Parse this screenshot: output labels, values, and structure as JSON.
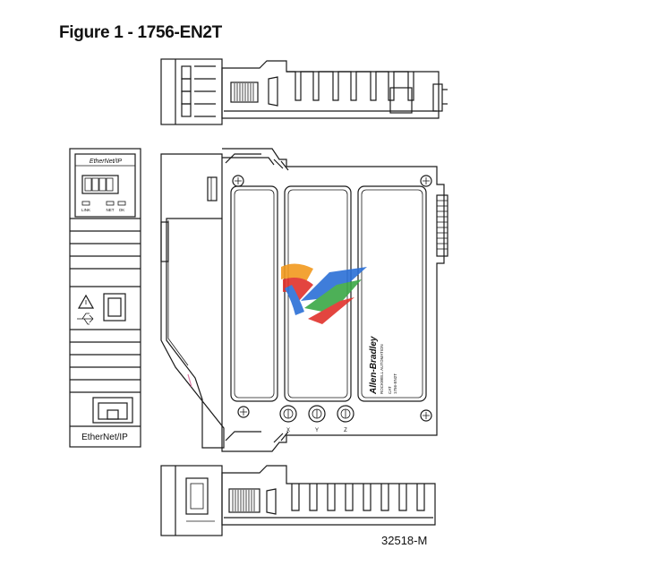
{
  "figure": {
    "title": "Figure 1 - 1756-EN2T",
    "figure_id": "32518-M"
  },
  "front_panel": {
    "header_label": "EtherNet/IP",
    "indicators": [
      "LINK",
      "NET",
      "OK"
    ],
    "footer_label": "EtherNet/IP"
  },
  "side_view": {
    "brand": "Allen-Bradley",
    "company": "ROCKWELL AUTOMATION",
    "cat_label": "CAT",
    "cat_number": "1756-EN2T",
    "switch_labels": [
      "X",
      "Y",
      "Z"
    ]
  },
  "colors": {
    "logo_blue": "#2b6fd6",
    "logo_red": "#e0312b",
    "logo_green": "#3aa845",
    "logo_orange": "#f29a1f"
  }
}
